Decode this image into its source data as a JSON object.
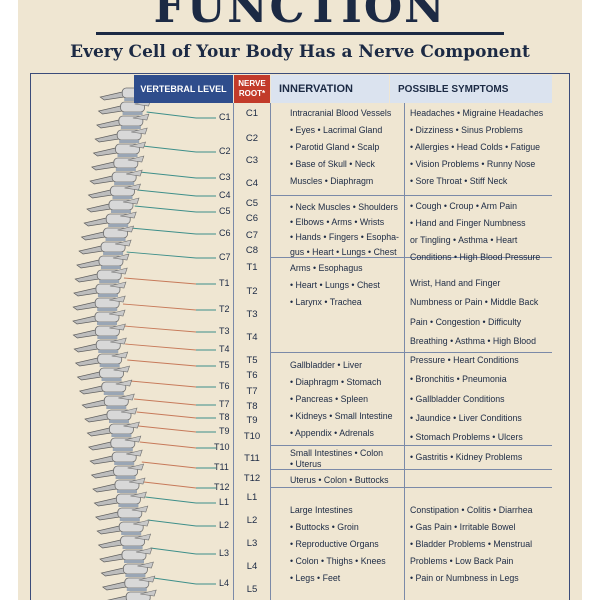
{
  "header": {
    "title": "FUNCTION",
    "subtitle": "Every Cell of Your Body Has a Nerve Component"
  },
  "table": {
    "columns": {
      "vertebral_level": "VERTEBRAL LEVEL",
      "nerve_root": "NERVE ROOT*",
      "innervation": "INNERVATION",
      "possible_symptoms": "POSSIBLE SYMPTOMS"
    },
    "vertebral_levels": [
      "C1",
      "C2",
      "C3",
      "C4",
      "C5",
      "C6",
      "C7",
      "T1",
      "T2",
      "T3",
      "T4",
      "T5",
      "T6",
      "T7",
      "T8",
      "T9",
      "T10",
      "T11",
      "T12",
      "L1",
      "L2",
      "L3",
      "L4"
    ],
    "nerve_roots": [
      "C1",
      "C2",
      "C3",
      "C4",
      "C5",
      "C6",
      "C7",
      "C8",
      "T1",
      "T2",
      "T3",
      "T4",
      "T5",
      "T6",
      "T7",
      "T8",
      "T9",
      "T10",
      "T11",
      "T12",
      "L1",
      "L2",
      "L3",
      "L4",
      "L5"
    ],
    "groups": [
      {
        "innervation": [
          "Intracranial Blood Vessels",
          "• Eyes • Lacrimal Gland",
          "• Parotid Gland • Scalp",
          "• Base of Skull • Neck",
          "Muscles • Diaphragm"
        ],
        "symptoms": [
          "Headaches • Migraine Headaches",
          "• Dizziness • Sinus Problems",
          "• Allergies • Head Colds • Fatigue",
          "• Vision Problems • Runny Nose",
          "• Sore Throat • Stiff Neck"
        ]
      },
      {
        "innervation": [
          "• Neck Muscles • Shoulders",
          "• Elbows • Arms • Wrists",
          "• Hands • Fingers • Esopha-",
          "gus • Heart • Lungs • Chest"
        ],
        "symptoms": [
          "• Cough • Croup • Arm Pain",
          "• Hand and Finger Numbness",
          "or Tingling • Asthma • Heart",
          "Conditions • High Blood Pressure"
        ]
      },
      {
        "innervation": [
          "Arms • Esophagus",
          "• Heart • Lungs • Chest",
          "• Larynx • Trachea"
        ],
        "symptoms": [
          "Wrist, Hand and Finger",
          "Numbness or Pain • Middle Back",
          "Pain • Congestion • Difficulty",
          "Breathing • Asthma • High Blood",
          "Pressure • Heart Conditions",
          "• Bronchitis • Pneumonia",
          "• Gallbladder Conditions",
          "• Jaundice • Liver Conditions",
          "• Stomach Problems • Ulcers",
          "• Gastritis • Kidney Problems"
        ]
      },
      {
        "innervation": [
          "Gallbladder • Liver",
          "• Diaphragm • Stomach",
          "• Pancreas • Spleen",
          "• Kidneys • Small Intestine",
          "• Appendix • Adrenals"
        ],
        "symptoms": []
      },
      {
        "innervation": [
          "Small Intestines • Colon",
          "• Uterus"
        ],
        "symptoms": []
      },
      {
        "innervation": [
          "Uterus • Colon • Buttocks"
        ],
        "symptoms": []
      },
      {
        "innervation": [
          "Large Intestines",
          "• Buttocks • Groin",
          "• Reproductive Organs",
          "• Colon • Thighs • Knees",
          "• Legs • Feet"
        ],
        "symptoms": [
          "Constipation • Colitis • Diarrhea",
          "• Gas Pain • Irritable Bowel",
          "• Bladder Problems • Menstrual",
          "Problems • Low Back Pain",
          "• Pain or Numbness in Legs"
        ]
      }
    ]
  }
}
